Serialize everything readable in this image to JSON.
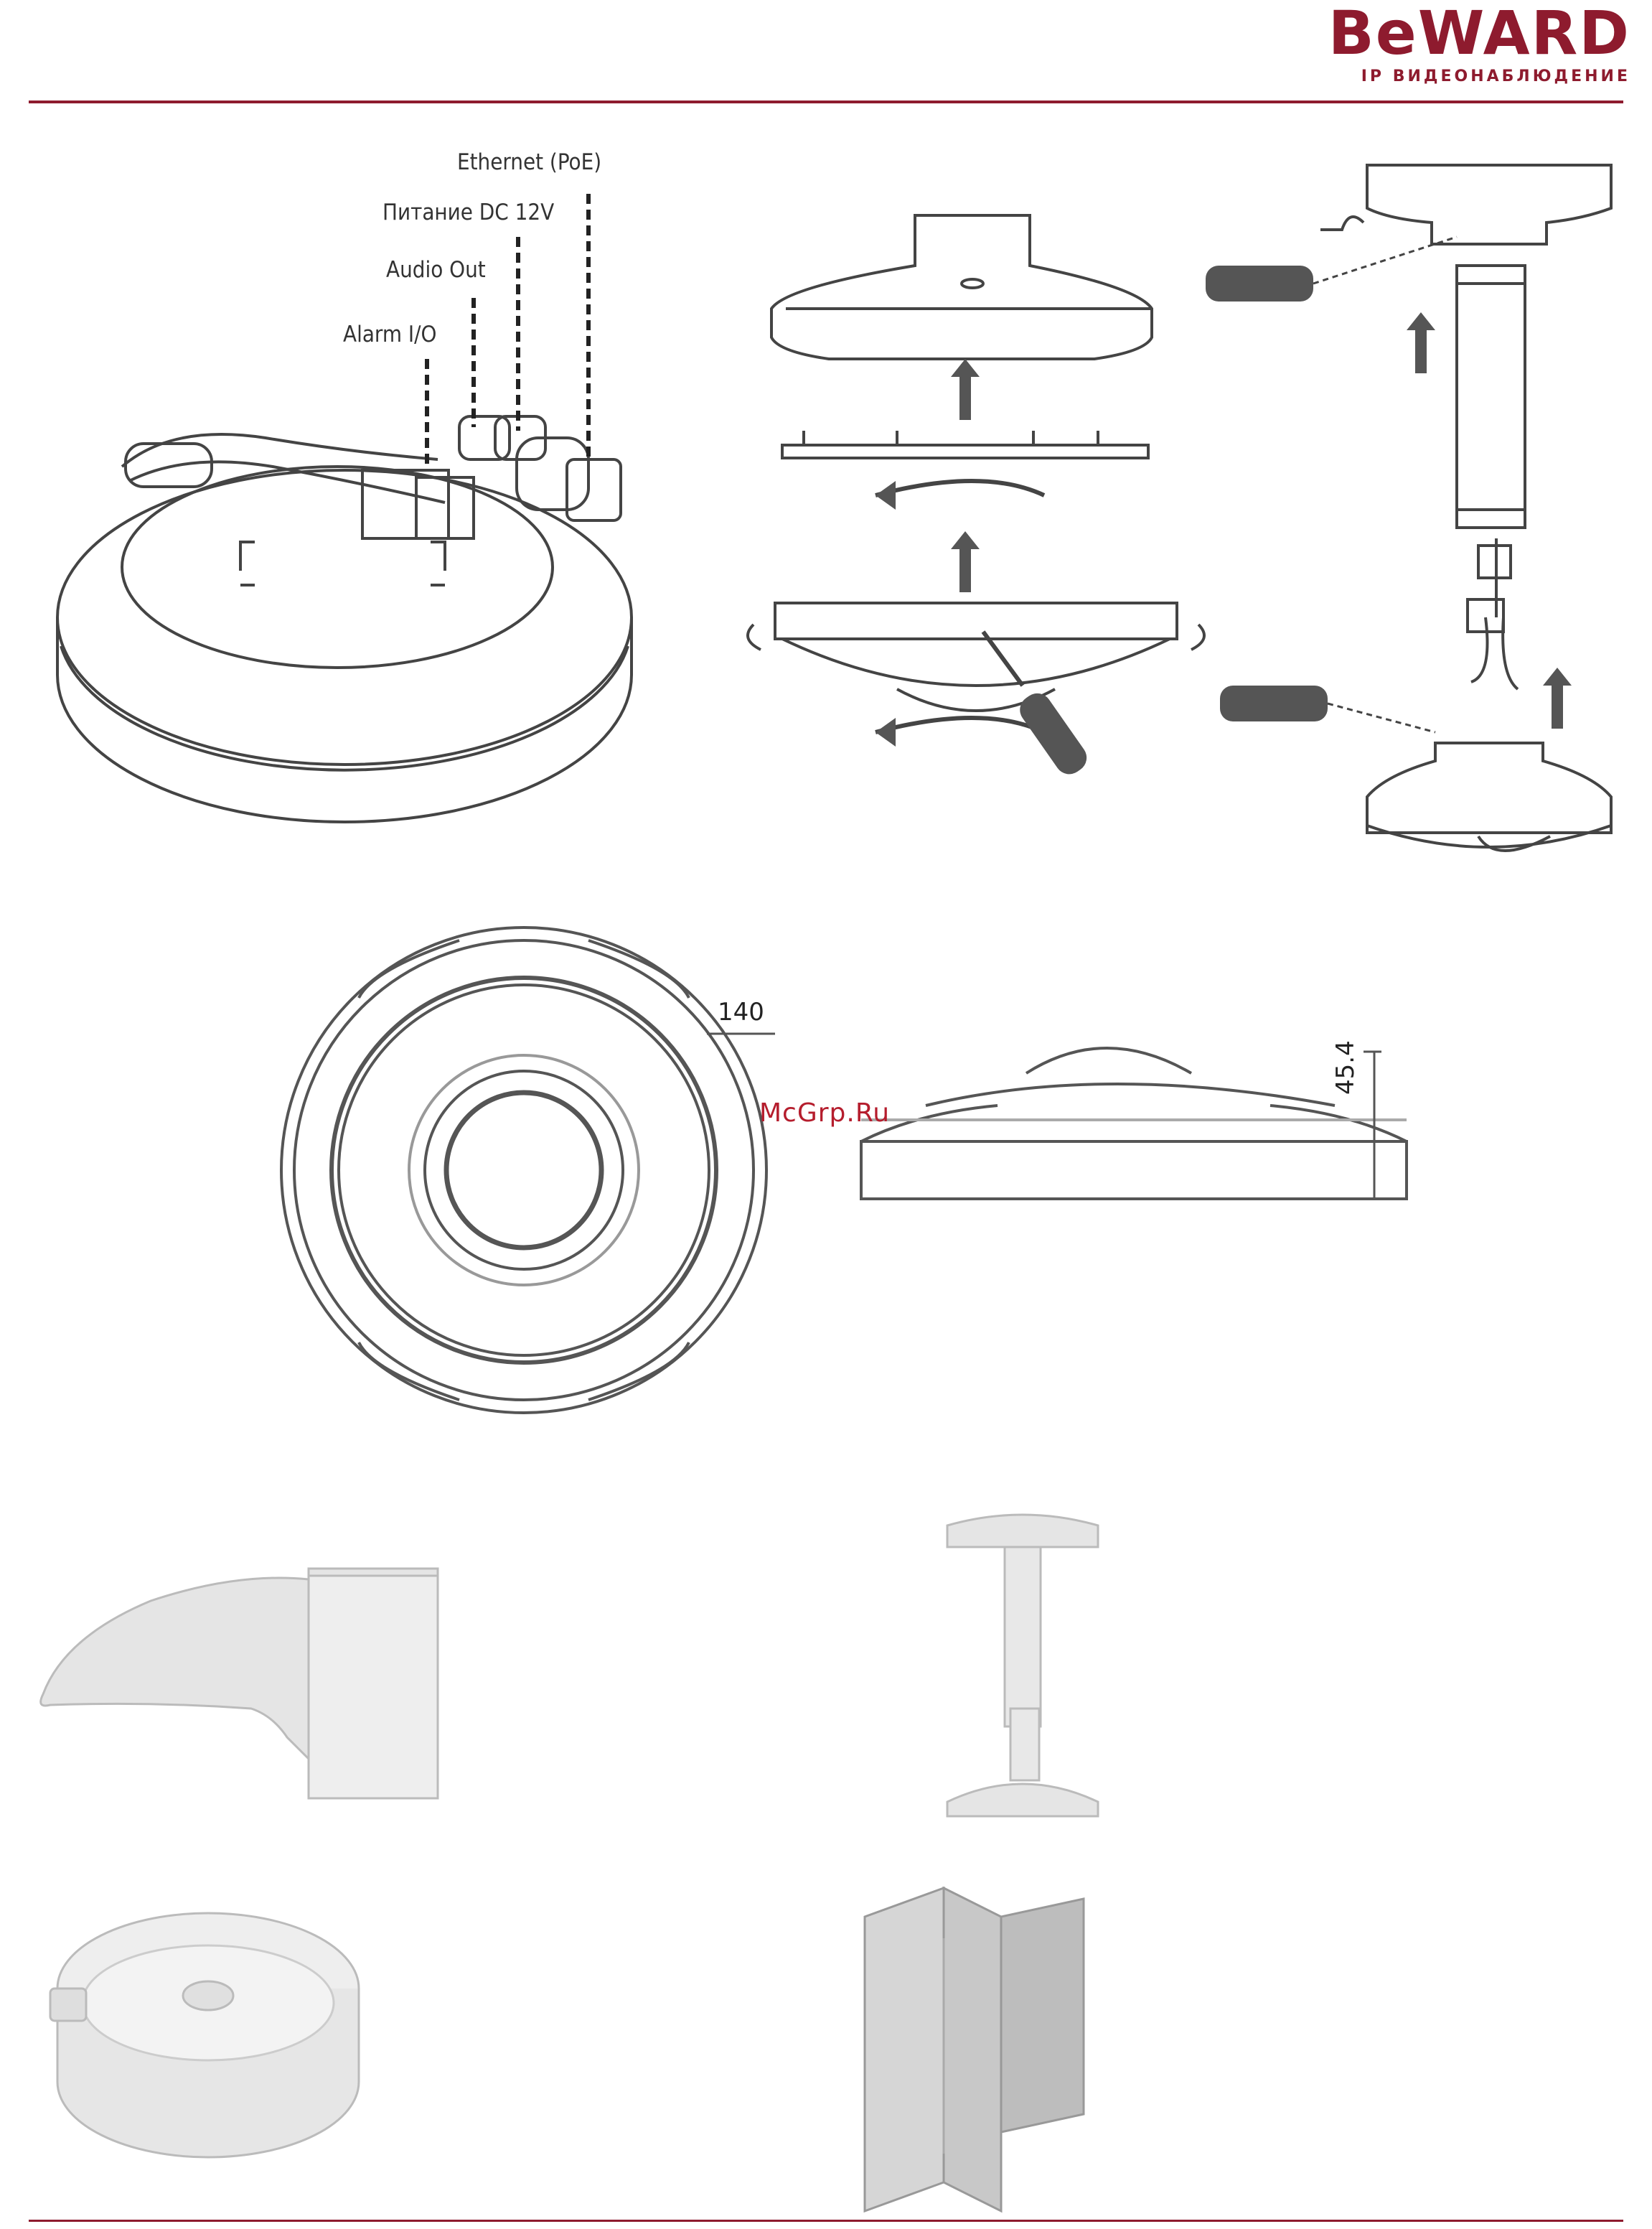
{
  "brand": {
    "logo_text": "BeWARD",
    "subtitle": "IP ВИДЕОНАБЛЮДЕНИЕ",
    "color": "#8e1b2e"
  },
  "connection_labels": {
    "ethernet": "Ethernet (PoE)",
    "power": "Питание DC 12V",
    "audio_out": "Audio Out",
    "alarm": "Alarm I/O"
  },
  "dimensions": {
    "diameter": "140",
    "height": "45.4"
  },
  "watermark": "McGrp.Ru",
  "icons": [
    "camera-connectors-icon",
    "disassembly-icon",
    "pipe-mount-icon",
    "camera-top-view-icon",
    "camera-side-view-icon",
    "wall-bracket-icon",
    "pendant-mount-icon",
    "junction-box-icon",
    "corner-bracket-icon"
  ]
}
